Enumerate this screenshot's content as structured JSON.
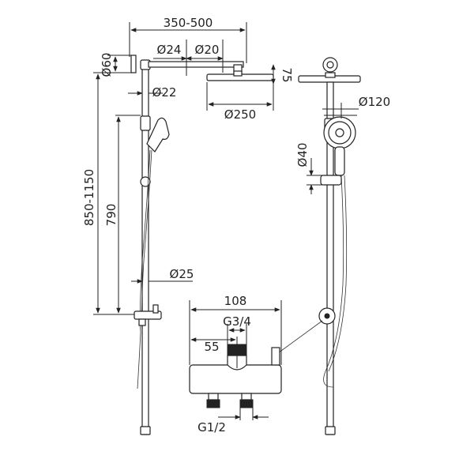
{
  "dimensions": {
    "arm_length": "350-500",
    "arm_dia_outer": "Ø24",
    "arm_dia_inner": "Ø20",
    "head_height": "75",
    "mount_dia": "Ø60",
    "rail_dia": "Ø22",
    "head_dia": "Ø250",
    "handset_dia": "Ø120",
    "holder_dia": "Ø40",
    "total_height": "850-1150",
    "rail_height": "790",
    "hose_dia": "Ø25",
    "valve_width": "108",
    "outlet_thread": "G3/4",
    "valve_offset": "55",
    "inlet_thread": "G1/2"
  },
  "colors": {
    "line": "#222222",
    "background": "#ffffff"
  }
}
